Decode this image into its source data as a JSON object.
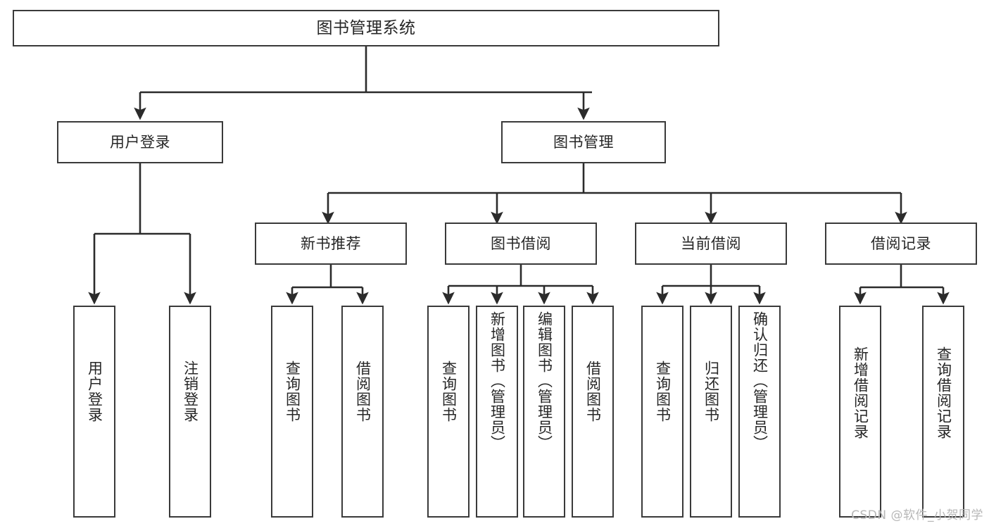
{
  "diagram": {
    "type": "tree-hierarchy",
    "title": "图书管理系统",
    "root": {
      "id": "root",
      "label": "图书管理系统"
    },
    "level1": [
      {
        "id": "user-login",
        "label": "用户登录"
      },
      {
        "id": "book-manage",
        "label": "图书管理"
      }
    ],
    "level2": [
      {
        "id": "new-book-rec",
        "label": "新书推荐",
        "parent": "book-manage"
      },
      {
        "id": "book-borrow",
        "label": "图书借阅",
        "parent": "book-manage"
      },
      {
        "id": "current-borrow",
        "label": "当前借阅",
        "parent": "book-manage"
      },
      {
        "id": "borrow-record",
        "label": "借阅记录",
        "parent": "book-manage"
      }
    ],
    "leaves": {
      "user_login": [
        {
          "id": "leaf-user-login",
          "label": "用户登录"
        },
        {
          "id": "leaf-user-logout",
          "label": "注销登录"
        }
      ],
      "new_book_rec": [
        {
          "id": "leaf-query-book-1",
          "label": "查询图书"
        },
        {
          "id": "leaf-borrow-book-1",
          "label": "借阅图书"
        }
      ],
      "book_borrow": [
        {
          "id": "leaf-query-book-2",
          "label": "查询图书"
        },
        {
          "id": "leaf-add-book",
          "label": "新增图书（管理员）"
        },
        {
          "id": "leaf-edit-book",
          "label": "编辑图书（管理员）"
        },
        {
          "id": "leaf-borrow-book-2",
          "label": "借阅图书"
        }
      ],
      "current_borrow": [
        {
          "id": "leaf-query-book-3",
          "label": "查询图书"
        },
        {
          "id": "leaf-return-book",
          "label": "归还图书"
        },
        {
          "id": "leaf-confirm-return",
          "label": "确认归还（管理员）"
        }
      ],
      "borrow_record": [
        {
          "id": "leaf-add-record",
          "label": "新增借阅记录"
        },
        {
          "id": "leaf-query-record",
          "label": "查询借阅记录"
        }
      ]
    },
    "colors": {
      "stroke": "#3a3a3a",
      "edge": "#2b2b2b",
      "background": "#ffffff",
      "text": "#262626",
      "watermark": "#b7b7b7"
    }
  },
  "watermark": {
    "text": "CSDN @软件_小贺同学"
  }
}
